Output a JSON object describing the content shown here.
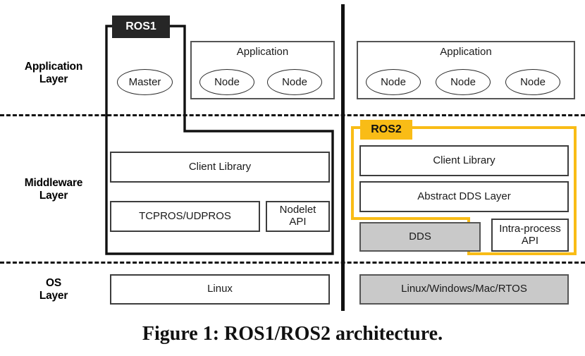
{
  "figure": {
    "caption": "Figure 1: ROS1/ROS2 architecture.",
    "colors": {
      "ros1_badge_bg": "#262626",
      "ros1_badge_text": "#ffffff",
      "ros2_badge_bg": "#f9bc16",
      "ros2_badge_text": "#111111",
      "ros2_outline": "#f9bc16",
      "ros1_outline": "#111111",
      "gray_fill": "#c9c9c9",
      "box_border": "#3d3d3d",
      "background": "#ffffff"
    }
  },
  "layers": [
    {
      "id": "application",
      "label_line1": "Application",
      "label_line2": "Layer"
    },
    {
      "id": "middleware",
      "label_line1": "Middleware",
      "label_line2": "Layer"
    },
    {
      "id": "os",
      "label_line1": "OS",
      "label_line2": "Layer"
    }
  ],
  "ros1": {
    "badge": "ROS1",
    "application": {
      "master": "Master",
      "group_title": "Application",
      "nodes": [
        "Node",
        "Node"
      ]
    },
    "middleware": {
      "client_library": "Client Library",
      "transport": "TCPROS/UDPROS",
      "nodelet_api_line1": "Nodelet",
      "nodelet_api_line2": "API"
    },
    "os": {
      "box": "Linux"
    }
  },
  "ros2": {
    "badge": "ROS2",
    "application": {
      "group_title": "Application",
      "nodes": [
        "Node",
        "Node",
        "Node"
      ]
    },
    "middleware": {
      "client_library": "Client Library",
      "abstract_dds": "Abstract DDS Layer",
      "dds": "DDS",
      "intra_process_line1": "Intra-process",
      "intra_process_line2": "API"
    },
    "os": {
      "box": "Linux/Windows/Mac/RTOS"
    }
  }
}
